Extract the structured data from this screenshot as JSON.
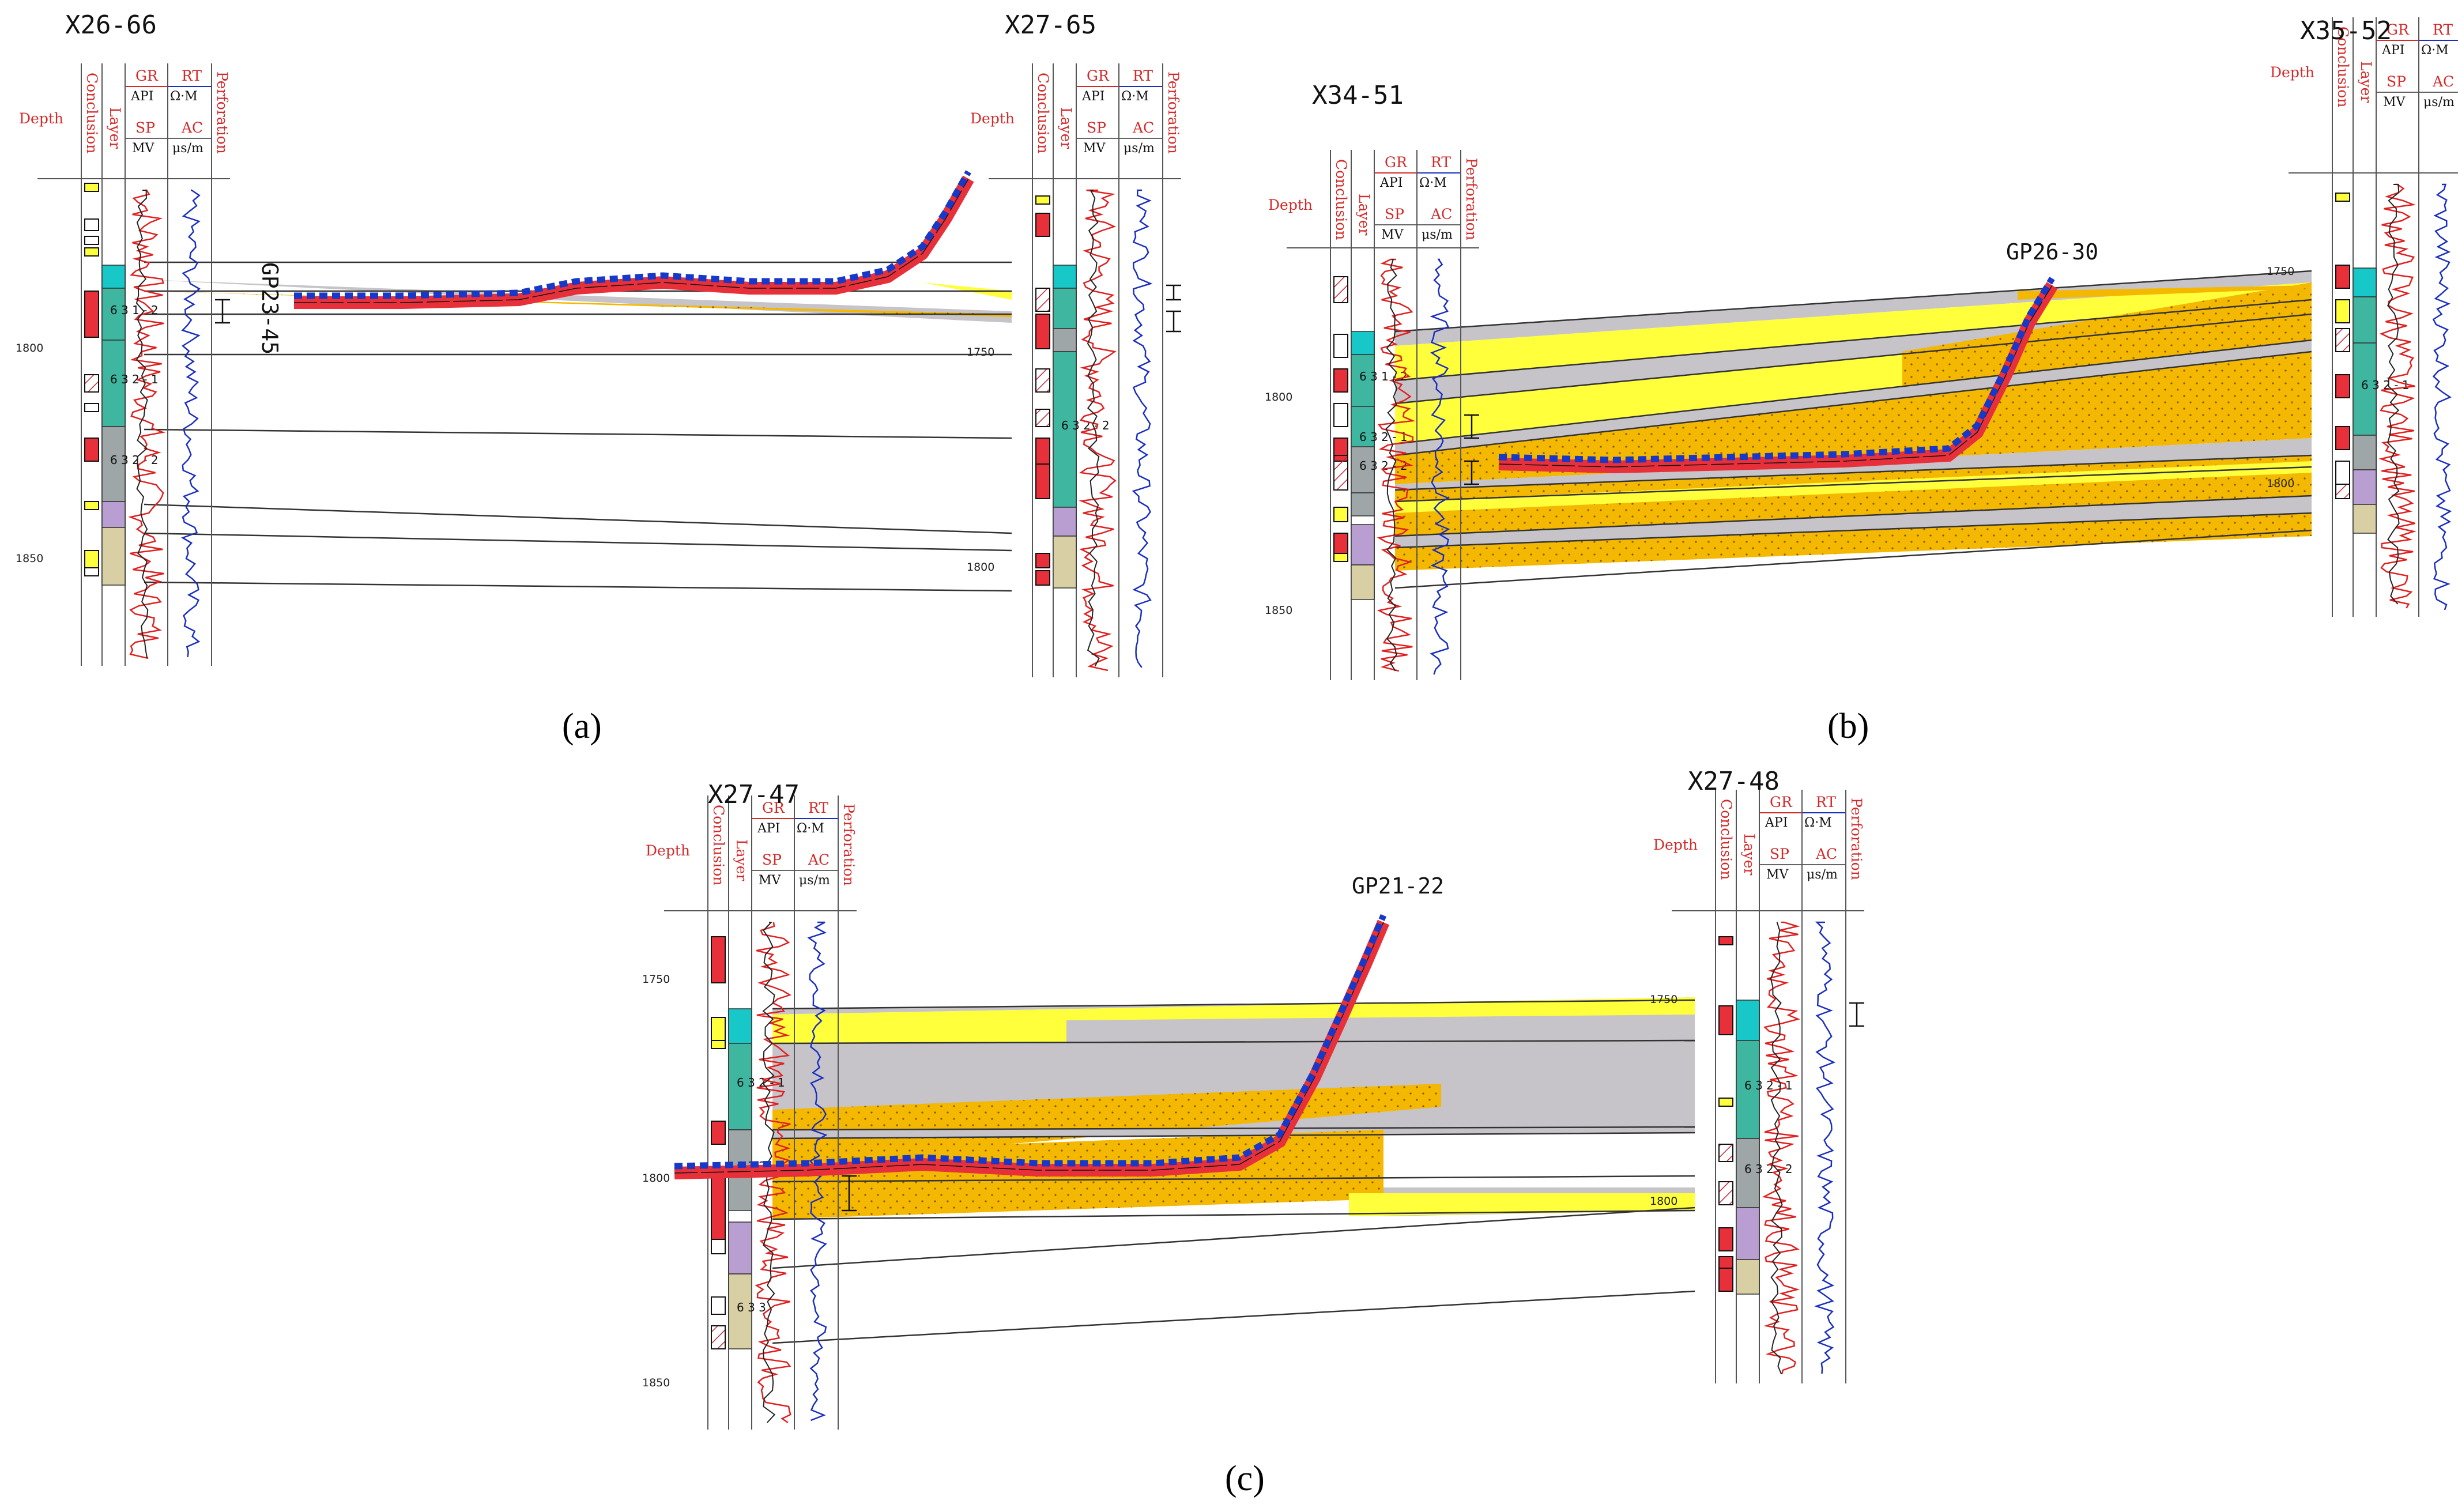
{
  "panels": [
    {
      "id": "a",
      "caption": "(a)",
      "well_left": "X26-66",
      "well_right": "X27-65",
      "horizontal_well": "GP23-45",
      "depth_ticks_left": [
        "1800",
        "1850"
      ],
      "depth_ticks_right": [
        "1750",
        "1800"
      ]
    },
    {
      "id": "b",
      "caption": "(b)",
      "well_left": "X34-51",
      "well_right": "X35-52",
      "horizontal_well": "GP26-30",
      "depth_ticks_left": [
        "1800",
        "1850"
      ],
      "depth_ticks_right": [
        "1750",
        "1800"
      ]
    },
    {
      "id": "c",
      "caption": "(c)",
      "well_left": "X27-47",
      "well_right": "X27-48",
      "horizontal_well": "GP21-22",
      "depth_ticks_left": [
        "1750",
        "1800",
        "1850"
      ],
      "depth_ticks_right": [
        "1750",
        "1800"
      ]
    }
  ],
  "track_headers": {
    "depth": "Depth",
    "conclusion": "Conclusion",
    "layer": "Layer",
    "gr": "GR",
    "gr_unit": "API",
    "rt": "RT",
    "rt_unit": "Ω·M",
    "sp": "SP",
    "sp_unit": "MV",
    "ac": "AC",
    "ac_unit": "μs/m",
    "perforation": "Perforation"
  },
  "layer_codes": [
    "6 3 1 - 2",
    "6 3 2 - 1",
    "6 3 2 - 2",
    "6 3 3"
  ],
  "colors": {
    "reservoir": "#f5b800",
    "sandstone": "#ffff3c",
    "shale": "#c6c3c9",
    "perforated": "#e8303a",
    "well_path": "#1738c8",
    "gr_curve": "#e02020",
    "rt_curve": "#1a2fbf",
    "layer_teal": "#18c7c7",
    "layer_green": "#3fb7a0",
    "layer_gray": "#9fa6a8",
    "layer_purple": "#b99ed1",
    "layer_khaki": "#d8cfa4"
  }
}
